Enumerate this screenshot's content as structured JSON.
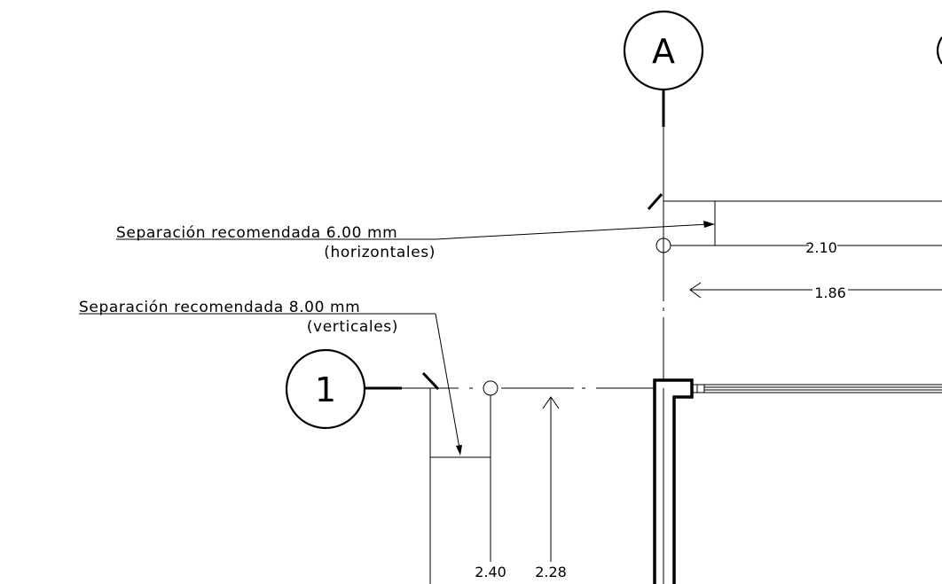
{
  "grid_bubbles": {
    "column_a": "A",
    "row_1": "1"
  },
  "notes": {
    "horizontal": {
      "line1": "Separación recomendada 6.00 mm",
      "line2": "(horizontales)"
    },
    "vertical": {
      "line1": "Separación recomendada 8.00 mm",
      "line2": "(verticales)"
    }
  },
  "dimensions": {
    "top_210": "2.10",
    "top_186": "1.86",
    "bottom_240": "2.40",
    "bottom_228": "2.28"
  }
}
